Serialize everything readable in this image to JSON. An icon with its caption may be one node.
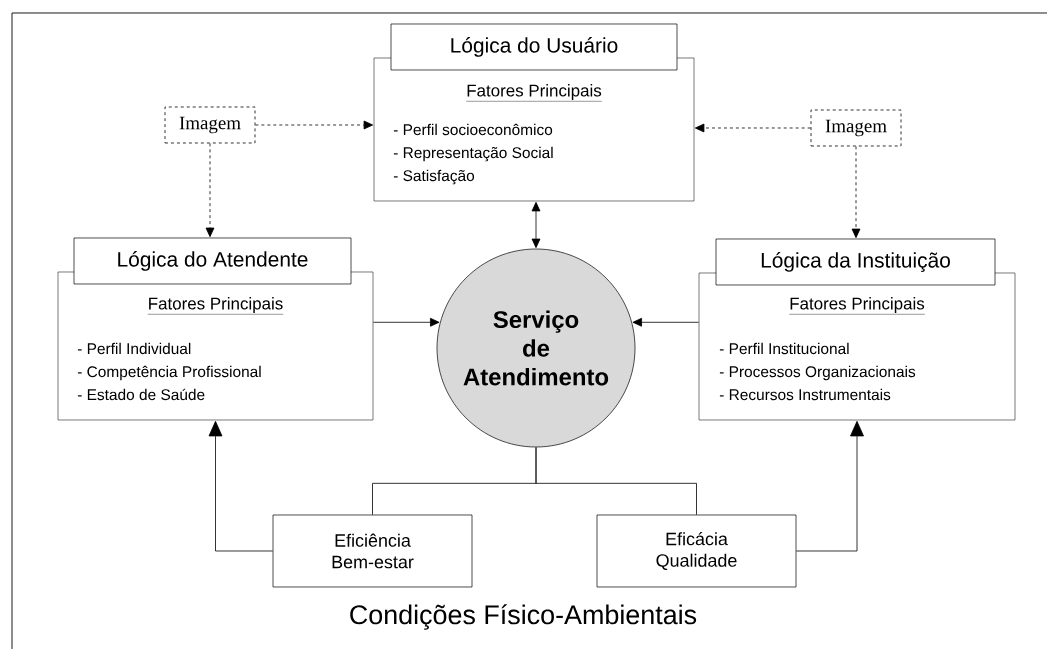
{
  "diagram": {
    "nodes": [
      {
        "text": [
          "Lógica do Usuário",
          "Fatores Principais",
          "- Perfil socioeconômico",
          "- Representação Social",
          "- Satisfação"
        ]
      },
      {
        "text": [
          "Imagem"
        ]
      },
      {
        "text": [
          "Imagem"
        ]
      },
      {
        "text": [
          "Lógica do Atendente",
          "Fatores Principais",
          "- Perfil Individual",
          "- Competência Profissional",
          "- Estado de Saúde"
        ]
      },
      {
        "text": [
          "Serviço de Atendimento"
        ]
      },
      {
        "text": [
          "Lógica da Instituição",
          "Fatores Principais",
          "- Perfil Institucional",
          "- Processos Organizacionais",
          "- Recursos Instrumentais"
        ]
      },
      {
        "text": [
          "Eficiência",
          "Bem-estar"
        ]
      },
      {
        "text": [
          "Eficácia",
          "Qualidade"
        ]
      }
    ],
    "edges": [
      {
        "from": 1,
        "to": 0,
        "arrow": "to",
        "style": "dashed"
      },
      {
        "from": 1,
        "to": 3,
        "arrow": "to",
        "style": "dashed"
      },
      {
        "from": 2,
        "to": 0,
        "arrow": "to",
        "style": "dashed"
      },
      {
        "from": 2,
        "to": 5,
        "arrow": "to",
        "style": "dashed"
      },
      {
        "from": 0,
        "to": 4,
        "arrow": "both"
      },
      {
        "from": 3,
        "to": 4,
        "arrow": "to"
      },
      {
        "from": 5,
        "to": 4,
        "arrow": "to"
      },
      {
        "from": 4,
        "to": 6,
        "arrow": "none"
      },
      {
        "from": 4,
        "to": 7,
        "arrow": "none"
      },
      {
        "from": 6,
        "to": 3,
        "arrow": "to"
      },
      {
        "from": 7,
        "to": 5,
        "arrow": "to"
      }
    ],
    "labels": [
      "Condições Físico-Ambientais"
    ]
  }
}
